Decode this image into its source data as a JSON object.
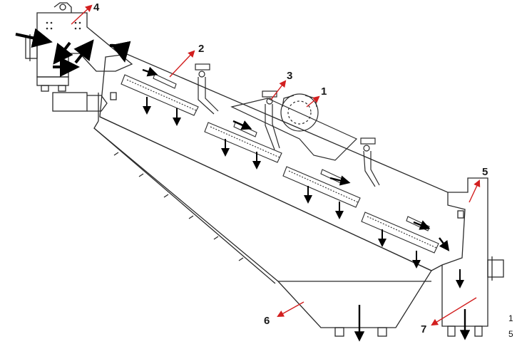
{
  "diagram": {
    "callouts": [
      {
        "id": "1",
        "label": "1"
      },
      {
        "id": "2",
        "label": "2"
      },
      {
        "id": "3",
        "label": "3"
      },
      {
        "id": "4",
        "label": "4"
      },
      {
        "id": "5",
        "label": "5"
      },
      {
        "id": "6",
        "label": "6"
      },
      {
        "id": "7",
        "label": "7"
      }
    ],
    "edge_text": [
      "1",
      "5"
    ],
    "colors": {
      "outline": "#2b2b2b",
      "flow_arrow": "#000000",
      "callout_arrow": "#d21f1f",
      "callout_text": "#1a1a1a",
      "background": "#ffffff"
    }
  }
}
